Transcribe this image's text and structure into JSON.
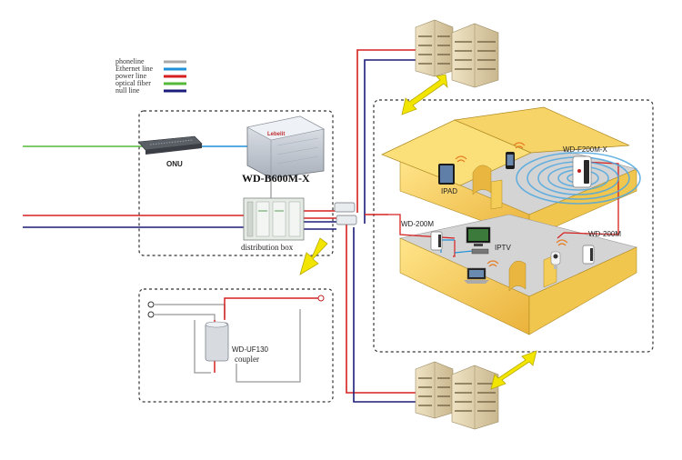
{
  "legend": {
    "items": [
      {
        "label": "phoneline",
        "color": "#a8a8a8"
      },
      {
        "label": "Ethernet line",
        "color": "#1e90d8"
      },
      {
        "label": "power line",
        "color": "#d62020"
      },
      {
        "label": "optical fiber",
        "color": "#55b83a"
      },
      {
        "label": "null line",
        "color": "#1c1c7a"
      }
    ]
  },
  "devices": {
    "onu": "ONU",
    "master": "WD-B600M-X",
    "master_brand": "Lebelit",
    "distribution_box": "distribution box",
    "coupler_model": "WD-UF130",
    "coupler_label": "coupler"
  },
  "house": {
    "ipad": "IPAD",
    "wifi_adapter": "WD-F200M-X",
    "adapter_left": "WD-200M",
    "adapter_right": "WD-200M",
    "iptv": "IPTV"
  },
  "colors": {
    "fiber": "#55b83a",
    "ethernet": "#1e90d8",
    "power": "#d62020",
    "null": "#1c1c7a",
    "phone": "#a8a8a8",
    "arrow": "#f2e600",
    "house_fill": "#f6cf5a",
    "floor": "#d4d4d4"
  },
  "icons": [
    "building-icon",
    "arrow-icon",
    "wifi-icon",
    "tablet-icon",
    "phone-icon",
    "tv-icon",
    "laptop-icon",
    "camera-icon",
    "plug-adapter-icon",
    "router-icon",
    "switch-icon",
    "cabinet-icon",
    "coupler-icon"
  ]
}
